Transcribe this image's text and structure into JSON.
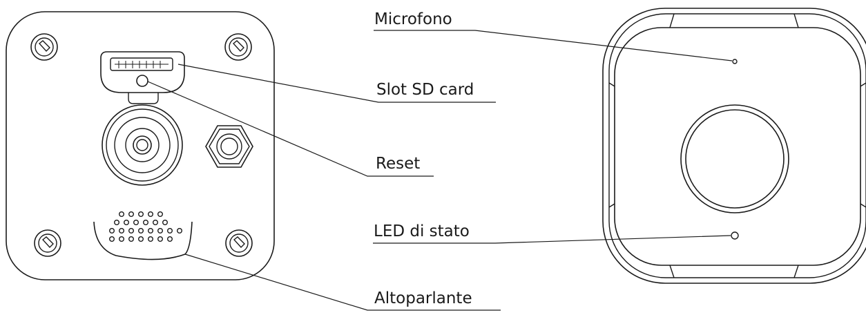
{
  "labels": {
    "microphone": "Microfono",
    "sd_slot": "Slot SD card",
    "reset": "Reset",
    "status_led": "LED di stato",
    "speaker": "Altoparlante"
  },
  "colors": {
    "line": "#1a1a1a",
    "background": "#ffffff"
  }
}
